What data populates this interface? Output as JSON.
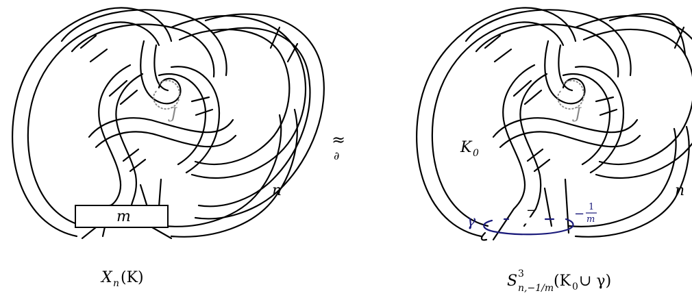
{
  "left_diagram": {
    "box_label": "m",
    "curve_label": "J",
    "framing_label": "n",
    "caption_main": "X",
    "caption_sub": "n",
    "caption_arg": "(K)"
  },
  "relation": {
    "symbol": "≈",
    "subscript": "∂"
  },
  "right_diagram": {
    "knot_label": "K",
    "knot_label_sub": "0",
    "curve_label": "J",
    "framing_label": "n",
    "unknot_label": "γ",
    "unknot_framing_sign": "−",
    "unknot_framing_num": "1",
    "unknot_framing_den": "m",
    "box_minus": "−",
    "caption_main": "S",
    "caption_sup": "3",
    "caption_sub": "n,−1/m",
    "caption_arg": "(K",
    "caption_arg_sub": "0",
    "caption_arg_rest": " ∪ γ)"
  },
  "colors": {
    "strand": "#000000",
    "dotted_curve": "#8c8c8c",
    "gamma": "#1a1a7a"
  }
}
